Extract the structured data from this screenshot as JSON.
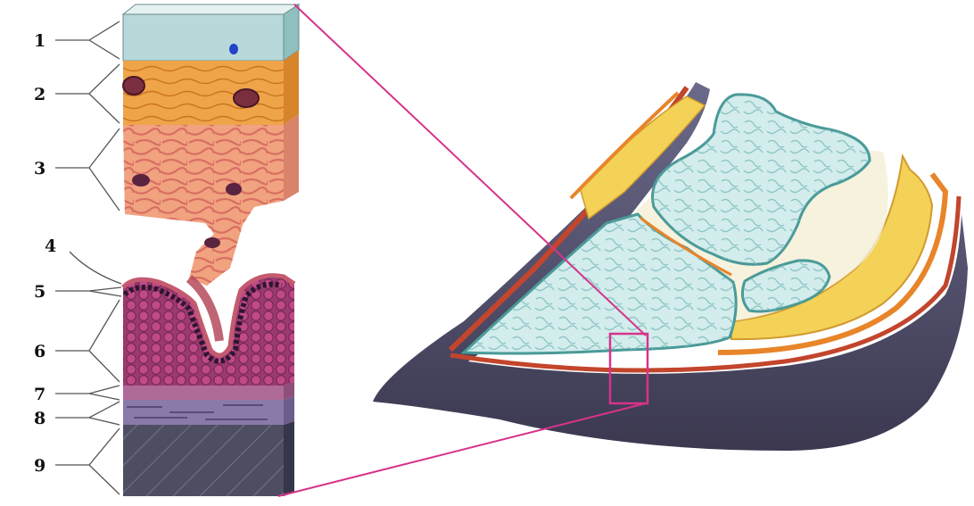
{
  "labels": [
    "1",
    "2",
    "3",
    "4",
    "5",
    "6",
    "7",
    "8",
    "9"
  ],
  "colors": {
    "layer1_top": "#cfe3e3",
    "layer1_front": "#a9cfcf",
    "layer2": "#f0a44a",
    "layer3": "#f1a27f",
    "epithelium_top": "#b54a5c",
    "nuclei": "#3b1d3a",
    "layer6": "#9b3a6e",
    "layer7": "#b06a98",
    "layer8": "#8a7aa8",
    "layer9": "#4e4e63",
    "highlight_box": "#d6338a",
    "bone": "#d3ecec",
    "bone_outline": "#4a9a98",
    "cartilage": "#f3d257",
    "sole": "#4a4560"
  }
}
